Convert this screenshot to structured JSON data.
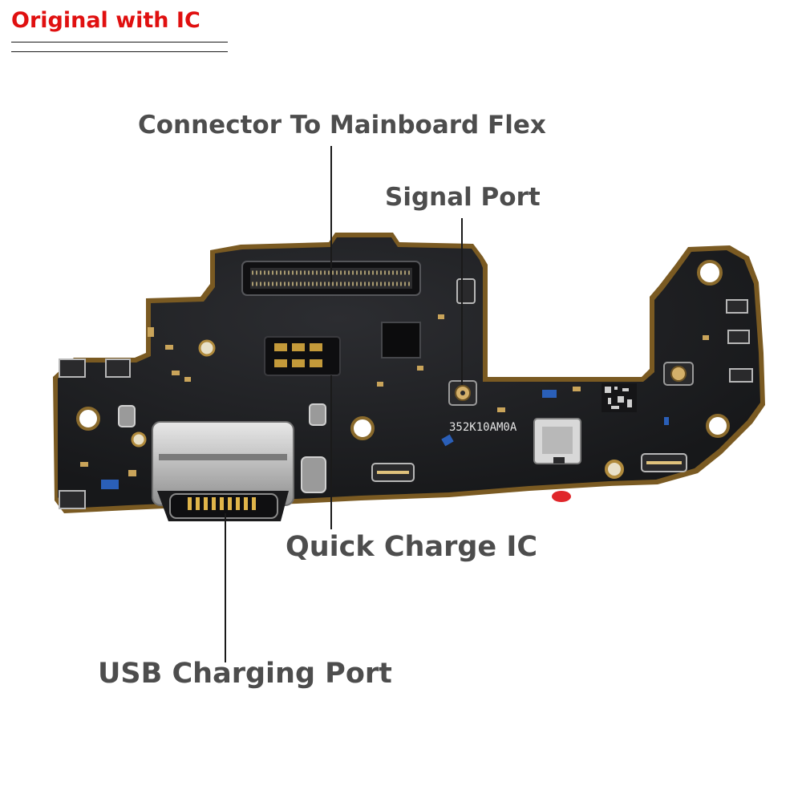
{
  "badge": {
    "text": "Original with IC"
  },
  "labels": {
    "connector": "Connector To Mainboard Flex",
    "signal": "Signal Port",
    "quick_charge": "Quick Charge IC",
    "usb": "USB Charging Port"
  },
  "board_marking": "352K10AM0A",
  "colors": {
    "badge": "#e01010",
    "label": "#4d4d4d",
    "pcb": "#1e1f22",
    "gold": "#b08a3c",
    "metal": "#c9c9c9",
    "blue_component": "#2a5fb8",
    "red_dot": "#e0262a"
  }
}
